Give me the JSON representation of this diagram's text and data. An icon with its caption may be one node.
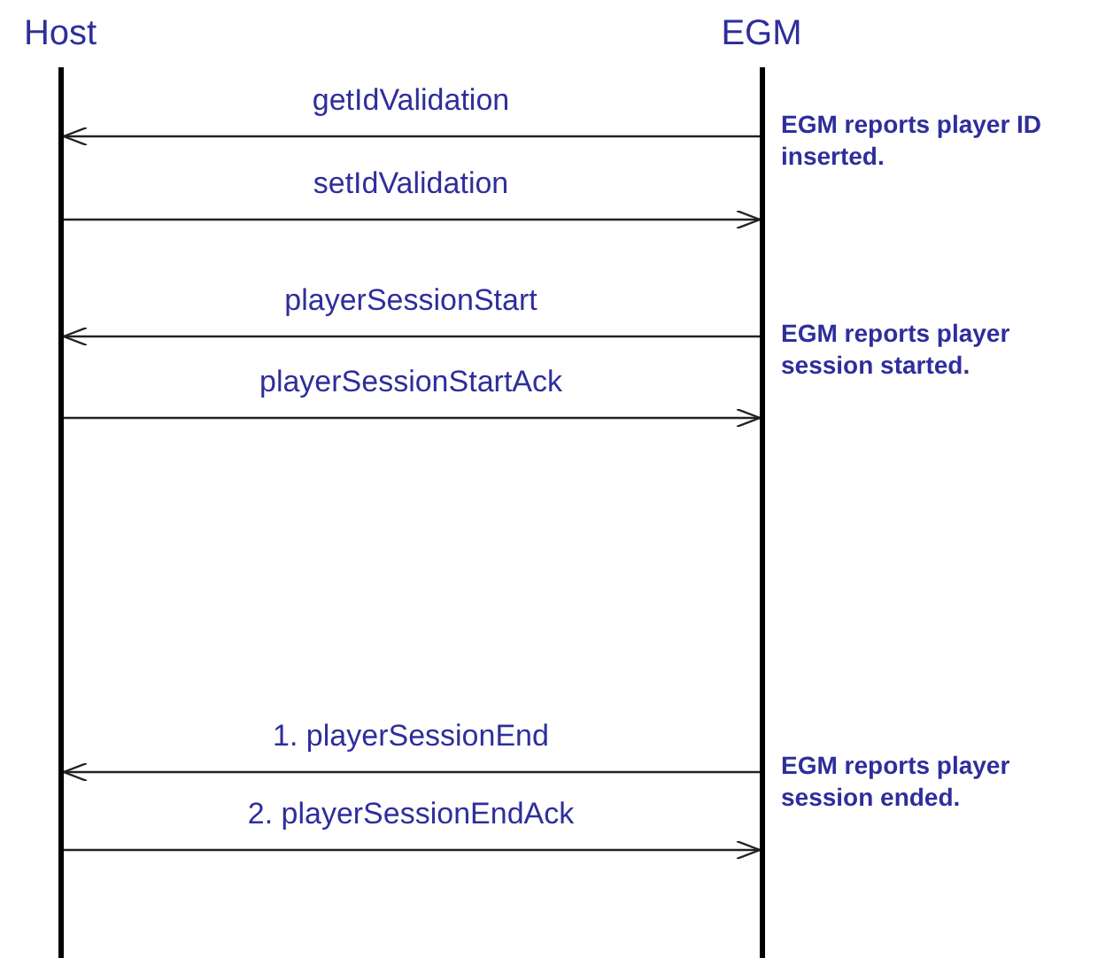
{
  "diagram": {
    "nodes": [
      {
        "text": [
          "Host"
        ]
      },
      {
        "text": [
          "EGM"
        ]
      }
    ],
    "edges": [
      {
        "from": 1,
        "to": 0,
        "arrow": "to",
        "label": "getIdValidation"
      },
      {
        "from": 0,
        "to": 1,
        "arrow": "to",
        "label": "setIdValidation"
      },
      {
        "from": 1,
        "to": 0,
        "arrow": "to",
        "label": "playerSessionStart"
      },
      {
        "from": 0,
        "to": 1,
        "arrow": "to",
        "label": "playerSessionStartAck"
      },
      {
        "from": 1,
        "to": 0,
        "arrow": "to",
        "label": "1. playerSessionEnd"
      },
      {
        "from": 0,
        "to": 1,
        "arrow": "to",
        "label": "2. playerSessionEndAck"
      }
    ],
    "labels": [
      "EGM reports player ID inserted.",
      "EGM reports player session started.",
      "EGM reports player session ended."
    ]
  }
}
